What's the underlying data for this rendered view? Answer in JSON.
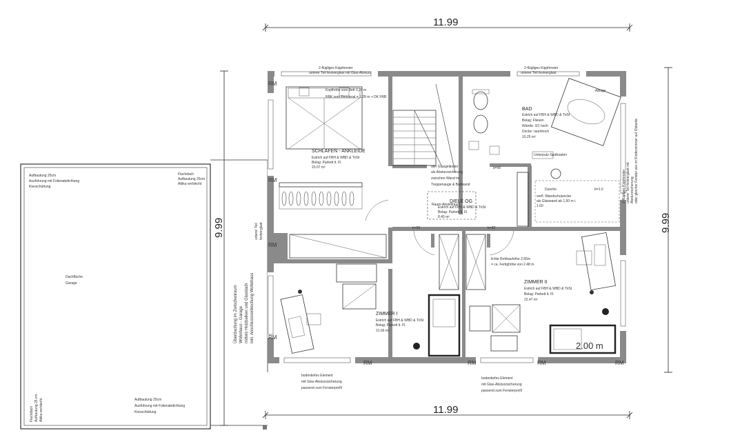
{
  "dimensions": {
    "top": "11.99",
    "bottom": "11.99",
    "left": "9.99",
    "right": "9.99"
  },
  "rooms": {
    "schlafen": {
      "name": "SCHLAFEN - ANKLEIDE",
      "notes": [
        "Estrich auf FBH & WBD & TriSt",
        "Belag: Parkett lt. Fl.",
        "20.07 m²"
      ],
      "bed_note_1": "Kopfhöhe vom Bett 3,25 m",
      "bed_note_2": "RBK vom Fensteral = 1,28 m + DK FRB"
    },
    "bad": {
      "name": "BAD",
      "notes": [
        "Estrich auf FBH & WBD & TriSt",
        "Belag: Fliesen",
        "Wände: 3/1 hoch",
        "Decke: raumhoch",
        "10.25 m²"
      ],
      "ablage": "Ablage"
    },
    "diele": {
      "name": "DIELE OG",
      "notes": [
        "Estrich auf FBH & WBD & TriSt",
        "Belag: Parkett lt. Fl.",
        "8.45 m²"
      ],
      "box_label": "Raum-Abstellraum",
      "glass": [
        "aler Glasgeländer",
        "als Absturzsicherung",
        "zwischen Wand im",
        "Treppenauge & Badwand"
      ]
    },
    "zimmer1": {
      "name": "ZIMMER I",
      "notes": [
        "Estrich auf FBH & WBD & TriSt",
        "Belag: Parkett lt. Fl.",
        "21.66 m²"
      ]
    },
    "zimmer2": {
      "name": "ZIMMER II",
      "notes": [
        "Estrich auf FBH & WBD & TriSt",
        "Belag: Parkett lt. Fl.",
        "22.47 m²"
      ],
      "height_1": "lichte Rohbauhöhe 2,65m",
      "height_2": "= ca. Fertighöhe von 2.48 m",
      "bed_dim": "2.00 m"
    }
  },
  "garage": {
    "top_left": [
      "Aufbautung 25cm",
      "Ausführung mit Folienabdichtung",
      "Kiesschüttung"
    ],
    "top_right": [
      "Flachdach",
      "Aufbautung 25cm",
      "Attika verblecht"
    ],
    "center": [
      "Dachfläche",
      "Garage"
    ],
    "bottom": [
      "Aufbautung 25cm",
      "Ausführung mit Folienabdichtung",
      "Kiesschüttung"
    ],
    "bottom_vertical": [
      "Flachdach",
      "Aufbautung 25 cm",
      "Attika verblecht"
    ]
  },
  "annotations": {
    "ueberdachung": [
      "Überdachung im Zwischenraum",
      "Wohnhaus - Garage",
      "mittels Holzbalken und Glasdach",
      "inkl. Anschlussverblechung Wohnhaus"
    ],
    "unterer_teil": [
      "unterer Teil",
      "festverglast"
    ],
    "bottom_left": [
      "bodentiefes Element",
      "mit Glas-Absturzsicherung",
      "passend zum Fensterprofil"
    ],
    "bottom_right": [
      "bodentiefes Element",
      "mit Glas-Absturzsicherung",
      "passend zum Fensterprofil"
    ],
    "right_side": [
      "2-flügliges Kippfenster",
      "unterer Teil festverglast mit",
      "Absturzsicherung",
      "oder gleicher Fenster wie im Kinderzimmer auf Ostseite"
    ],
    "window_top_left": [
      "2-flügliges Kippfenster",
      "unterer Teil festverglast mit Glas-Absturz"
    ],
    "window_top_right": [
      "2-flügliges Kippfenster",
      "unterer Teil festverglast"
    ],
    "b90_a": "b=90",
    "b90_b": "b=90",
    "b90_c": "b=90",
    "b10": "b=1.0",
    "wall_note": [
      "verfl. Wandschutzecke",
      "als Glaswand ab 1,50 m i.",
      "1.60"
    ],
    "shower": "Dusche",
    "wc_label": "Unterputz-Spülkasten",
    "rm_labels": [
      "RM",
      "RM",
      "RM",
      "RM",
      "RM",
      "RM",
      "RM",
      "RM"
    ]
  }
}
